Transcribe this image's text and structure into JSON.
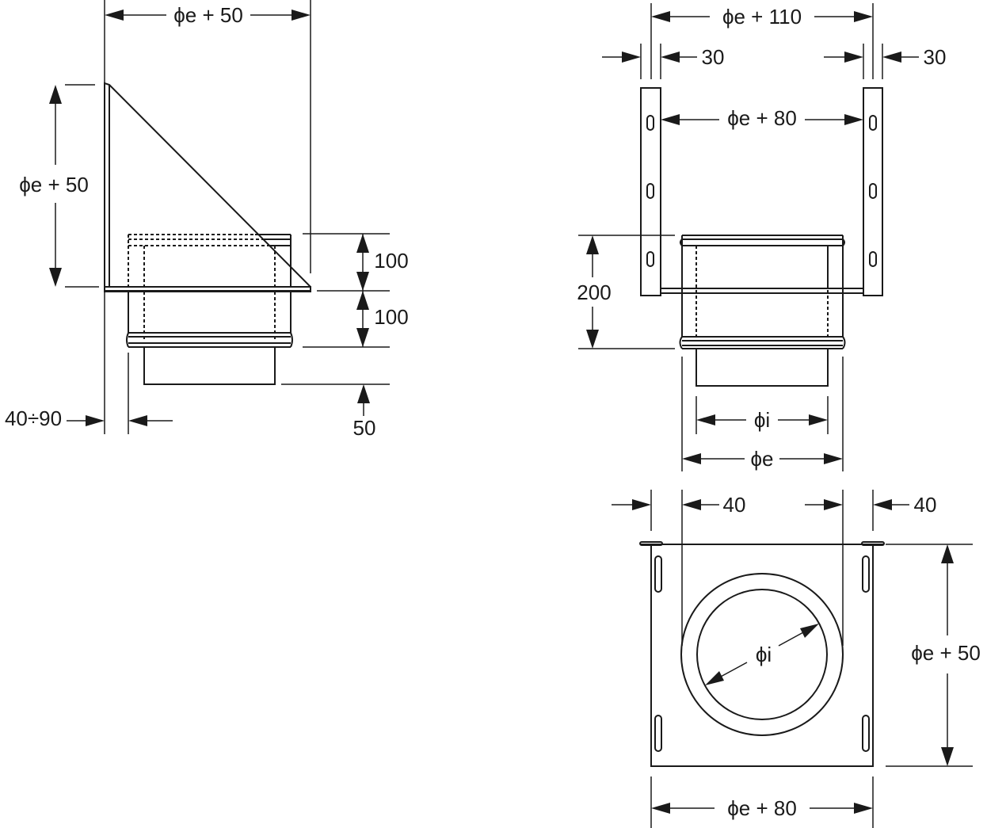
{
  "side_view": {
    "dim_top_width": "ϕe + 50",
    "dim_plate_height": "ϕe + 50",
    "dim_upper_band": "100",
    "dim_lower_band": "100",
    "dim_spigot": "50",
    "dim_wall_gap": "40÷90"
  },
  "front_view": {
    "dim_overall_width": "ϕe + 110",
    "dim_left_flange": "30",
    "dim_right_flange": "30",
    "dim_inner_width": "ϕe + 80",
    "dim_height": "200",
    "dim_inner_diameter": "ϕi",
    "dim_outer_diameter": "ϕe"
  },
  "plan_view": {
    "dim_left_margin": "40",
    "dim_right_margin": "40",
    "dim_inner_diameter": "ϕi",
    "dim_height": "ϕe + 50",
    "dim_width": "ϕe + 80"
  }
}
